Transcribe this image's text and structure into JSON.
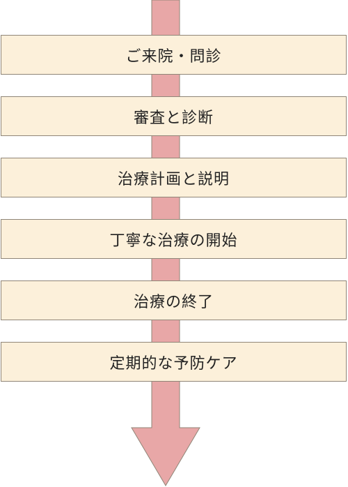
{
  "flow": {
    "arrow_color": "#e8a7a7",
    "arrow_stroke": "#8f8577",
    "box_fill": "#fcf0da",
    "steps": [
      {
        "label": "ご来院・問診"
      },
      {
        "label": "審査と診断"
      },
      {
        "label": "治療計画と説明"
      },
      {
        "label": "丁寧な治療の開始"
      },
      {
        "label": "治療の終了"
      },
      {
        "label": "定期的な予防ケア"
      }
    ]
  }
}
